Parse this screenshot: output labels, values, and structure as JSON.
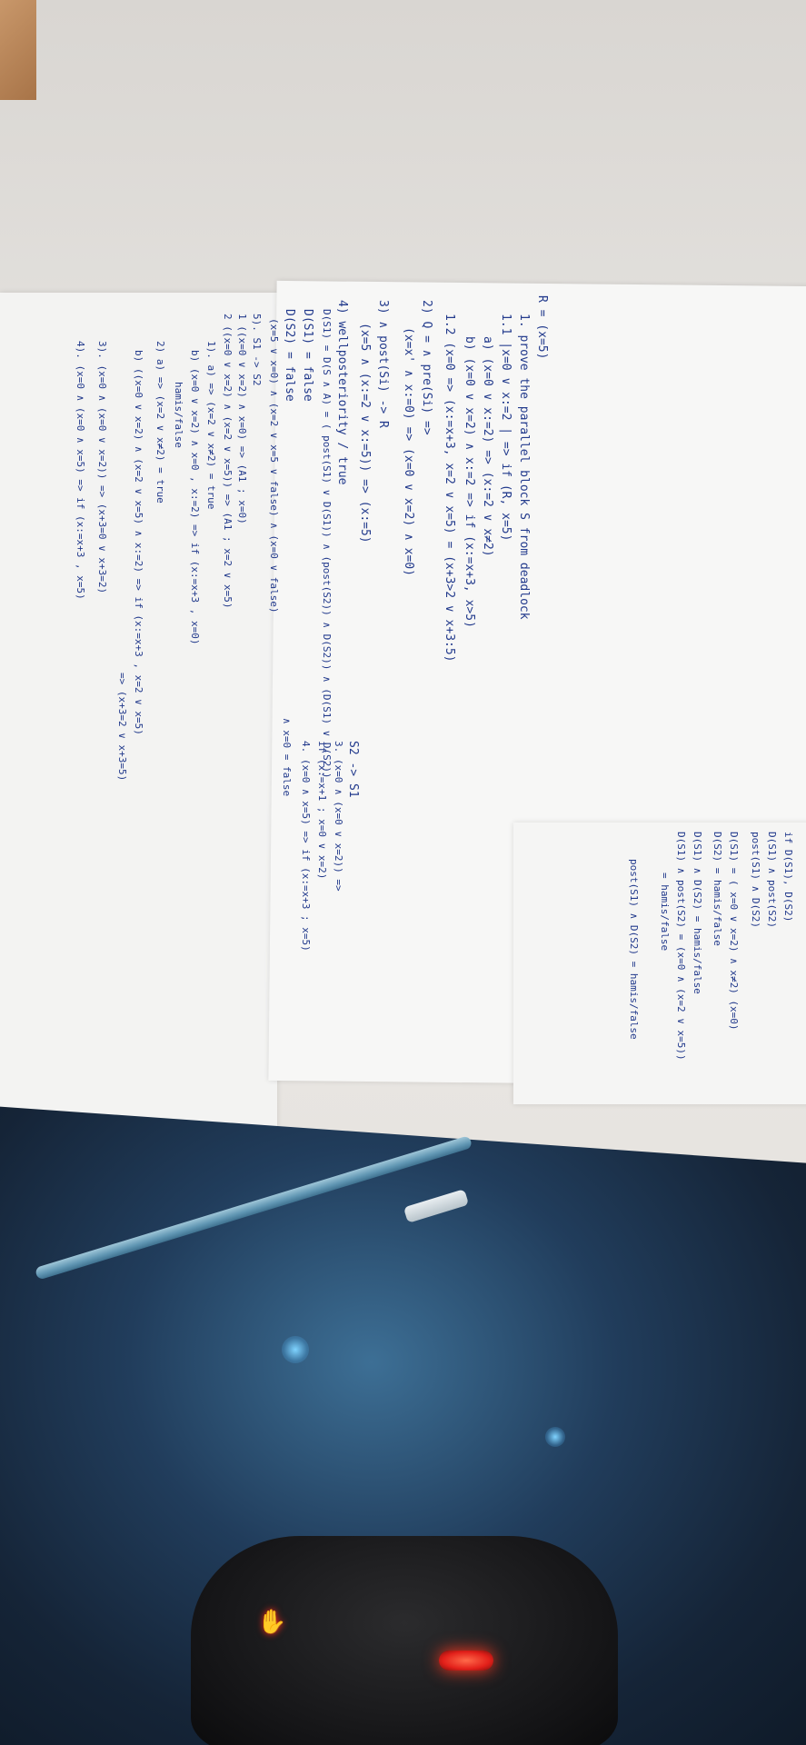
{
  "photo": {
    "description_icon": "photo-icon",
    "sheet_a": {
      "lines": [
        "R = (x=5)",
        "1. prove the parallel block S from deadlock",
        "1.1  |x=0 ∨ x:=2 | =>  if (R, x=5)",
        "a)  (x=0 ∨ x:=2) => (x:=2 ∨ x≠2)",
        "b) (x=0 ∨ x=2) ∧ x:=2 => if (x:=x+3, x>5)",
        "1.2  (x=0 => (x:=x+3, x=2 ∨ x=5) = (x+3>2 ∨ x+3:5)",
        "2) Q = ∧ pre(Si) =>",
        "(x=x' ∧ x:=0) => (x=0 ∨ x=2) ∧ x=0)",
        "3) ∧ post(Si) -> R",
        "(x=5 ∧ (x:=2 ∨ x:=5)) => (x:=5)",
        "4) wellposteriority / true",
        "D(S1) = D(S ∧ A) = ( post(S1) ∨ D(S1)) ∧ (post(S2)) ∧ D(S2)) ∧ (D(S1) ∨ D(S2))",
        "D(S1) = false",
        "D(S2) = false",
        "(x=5 ∨ x=0) ∧ (x=2 ∨ x=5 ∨ false) ∧ (x=0 ∨ false)",
        "∧ x=0 = false",
        "5). S1 -> S2",
        "1 ((x=0 ∨ x=2) ∧ x=0) => (A1 ; x=0)",
        "2  ((x=0 ∨ x=2) ∧ (x=2 ∨ x=5)) => (A1 ; x=2 ∨ x=5)",
        "S2 -> S1",
        "3. (x=0 ∧ (x=0 ∨ x=2)) =>",
        "if (x:=x+1 ; x=0 ∨ x=2)",
        "4. (x=0 ∧ x=5) => if (x:=x+3 ; x=5)"
      ]
    },
    "sheet_b": {
      "lines": [
        "1). a) => (x=2 ∨ x≠2) = true",
        "b) (x=0 ∨ x=2) ∧ x=0 , x:=2) => if (x:=x+3 , x=0)",
        "hamis/false",
        "2) a) => (x=2 ∨ x≠2) = true",
        "b) ((x=0 ∨ x=2) ∧ (x=2 ∨ x=5) ∧ x:=2) => if (x:=x+3 , x=2 ∨ x=5)",
        "=> (x+3=2 ∨ x+3=5)",
        "3). (x=0 ∧ (x=0 ∨ x=2)) => (x+3=0 ∨ x+3=2)",
        "4). (x=0 ∧ (x=0 ∧ x=5) => if (x:=x+3 , x=5)"
      ]
    },
    "sheet_c": {
      "lines": [
        "if D(S1), D(S2)",
        "D(S1) ∧ post(S2)",
        "post(S1) ∧ D(S2)",
        "D(S1) = ( x=0 ∨ x=2) ∧ x≠2) (x=0)",
        "D(S2) = hamis/false",
        "D(S1) ∧ D(S2) = hamis/false",
        "D(S1) ∧ post(S2) = (x=0 ∧ (x=2 ∨ x=5))",
        "= hamis/false",
        "post(S1) ∧ D(S2) = hamis/false"
      ]
    }
  }
}
